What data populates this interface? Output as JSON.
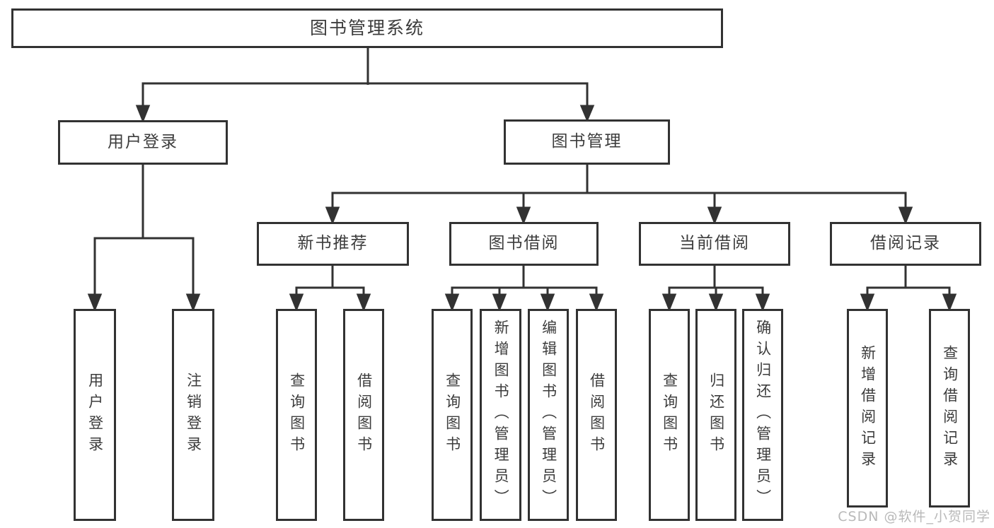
{
  "tree": {
    "label": "图书管理系统",
    "children": [
      {
        "label": "用户登录",
        "children": [
          {
            "label": "用户登录"
          },
          {
            "label": "注销登录"
          }
        ]
      },
      {
        "label": "图书管理",
        "children": [
          {
            "label": "新书推荐",
            "children": [
              {
                "label": "查询图书"
              },
              {
                "label": "借阅图书"
              }
            ]
          },
          {
            "label": "图书借阅",
            "children": [
              {
                "label": "查询图书"
              },
              {
                "label": "新增图书（管理员）"
              },
              {
                "label": "编辑图书（管理员）"
              },
              {
                "label": "借阅图书"
              }
            ]
          },
          {
            "label": "当前借阅",
            "children": [
              {
                "label": "查询图书"
              },
              {
                "label": "归还图书"
              },
              {
                "label": "确认归还（管理员）"
              }
            ]
          },
          {
            "label": "借阅记录",
            "children": [
              {
                "label": "新增借阅记录"
              },
              {
                "label": "查询借阅记录"
              }
            ]
          }
        ]
      }
    ]
  },
  "watermark": {
    "text": "CSDN @软件_小贺同学"
  },
  "colors": {
    "line": "#323232",
    "text": "#3c3c3c",
    "watermark": "#b9b9b9",
    "background": "#ffffff"
  }
}
